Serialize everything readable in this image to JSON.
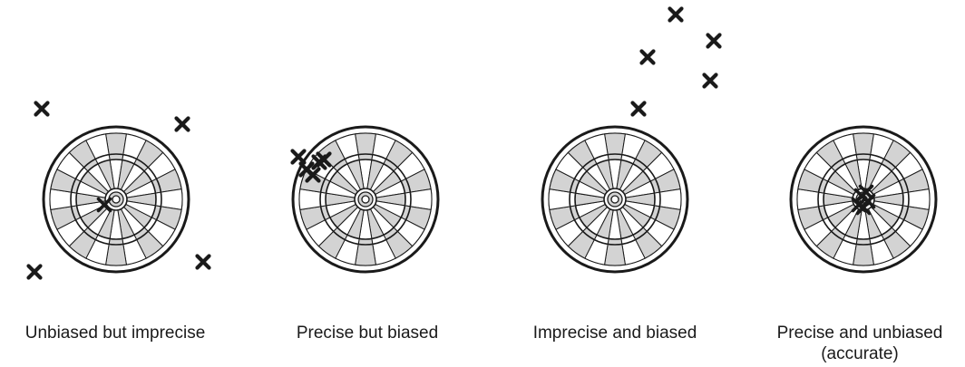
{
  "colors": {
    "ink": "#1a1a1a",
    "shade": "#d3d3d3",
    "paper": "#ffffff"
  },
  "icons": {
    "dart_mark": "x-mark-icon",
    "target": "dartboard"
  },
  "panels": [
    {
      "caption": [
        "Unbiased but imprecise"
      ]
    },
    {
      "caption": [
        "Precise but biased"
      ]
    },
    {
      "caption": [
        "Imprecise and biased"
      ]
    },
    {
      "caption": [
        "Precise and unbiased",
        "(accurate)"
      ]
    }
  ]
}
